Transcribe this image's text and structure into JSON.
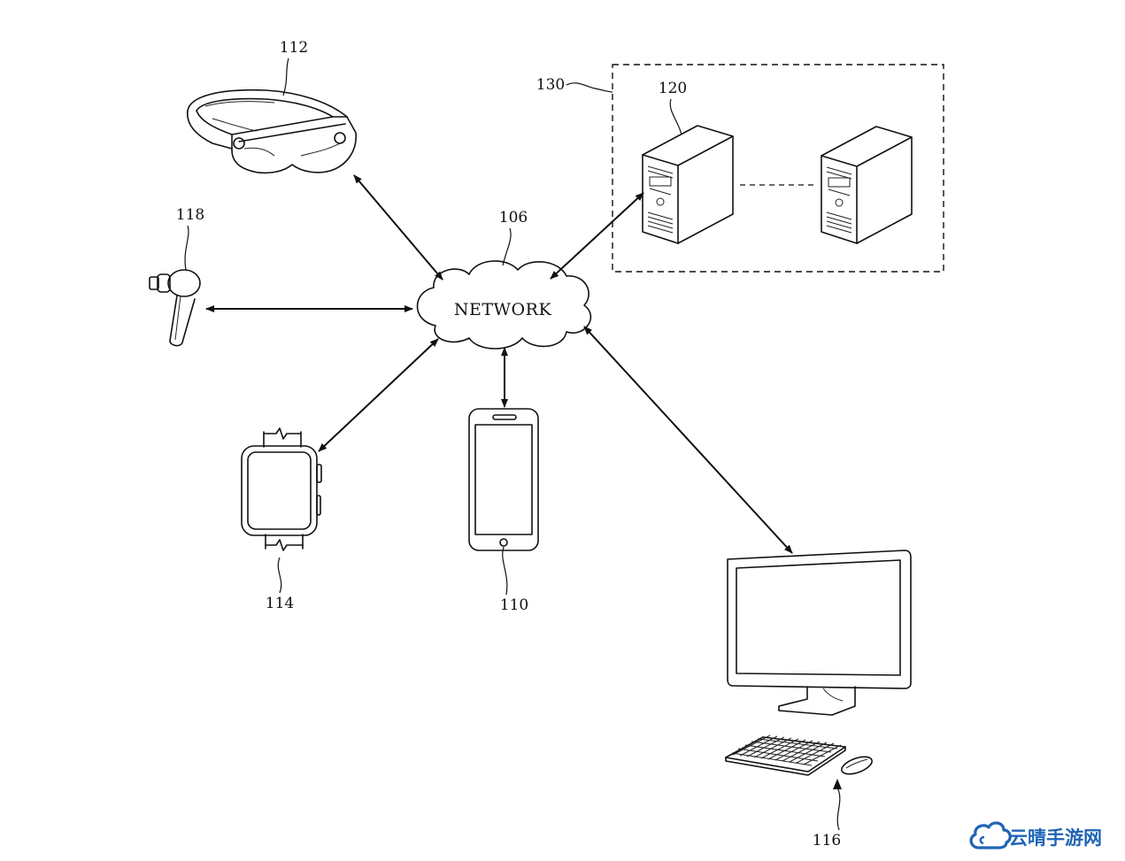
{
  "network": {
    "label": "NETWORK",
    "ref": "106"
  },
  "devices": {
    "headset": {
      "ref": "112",
      "icon": "headset-icon"
    },
    "earbud": {
      "ref": "118",
      "icon": "earbud-icon"
    },
    "watch": {
      "ref": "114",
      "icon": "smartwatch-icon"
    },
    "phone": {
      "ref": "110",
      "icon": "smartphone-icon"
    },
    "computer": {
      "ref": "116",
      "icon": "desktop-computer-icon"
    }
  },
  "server_group": {
    "ref": "130",
    "server_ref": "120",
    "icon": "server-icon"
  },
  "watermark": {
    "text": "云晴手游网",
    "color": "#1f64b4"
  }
}
